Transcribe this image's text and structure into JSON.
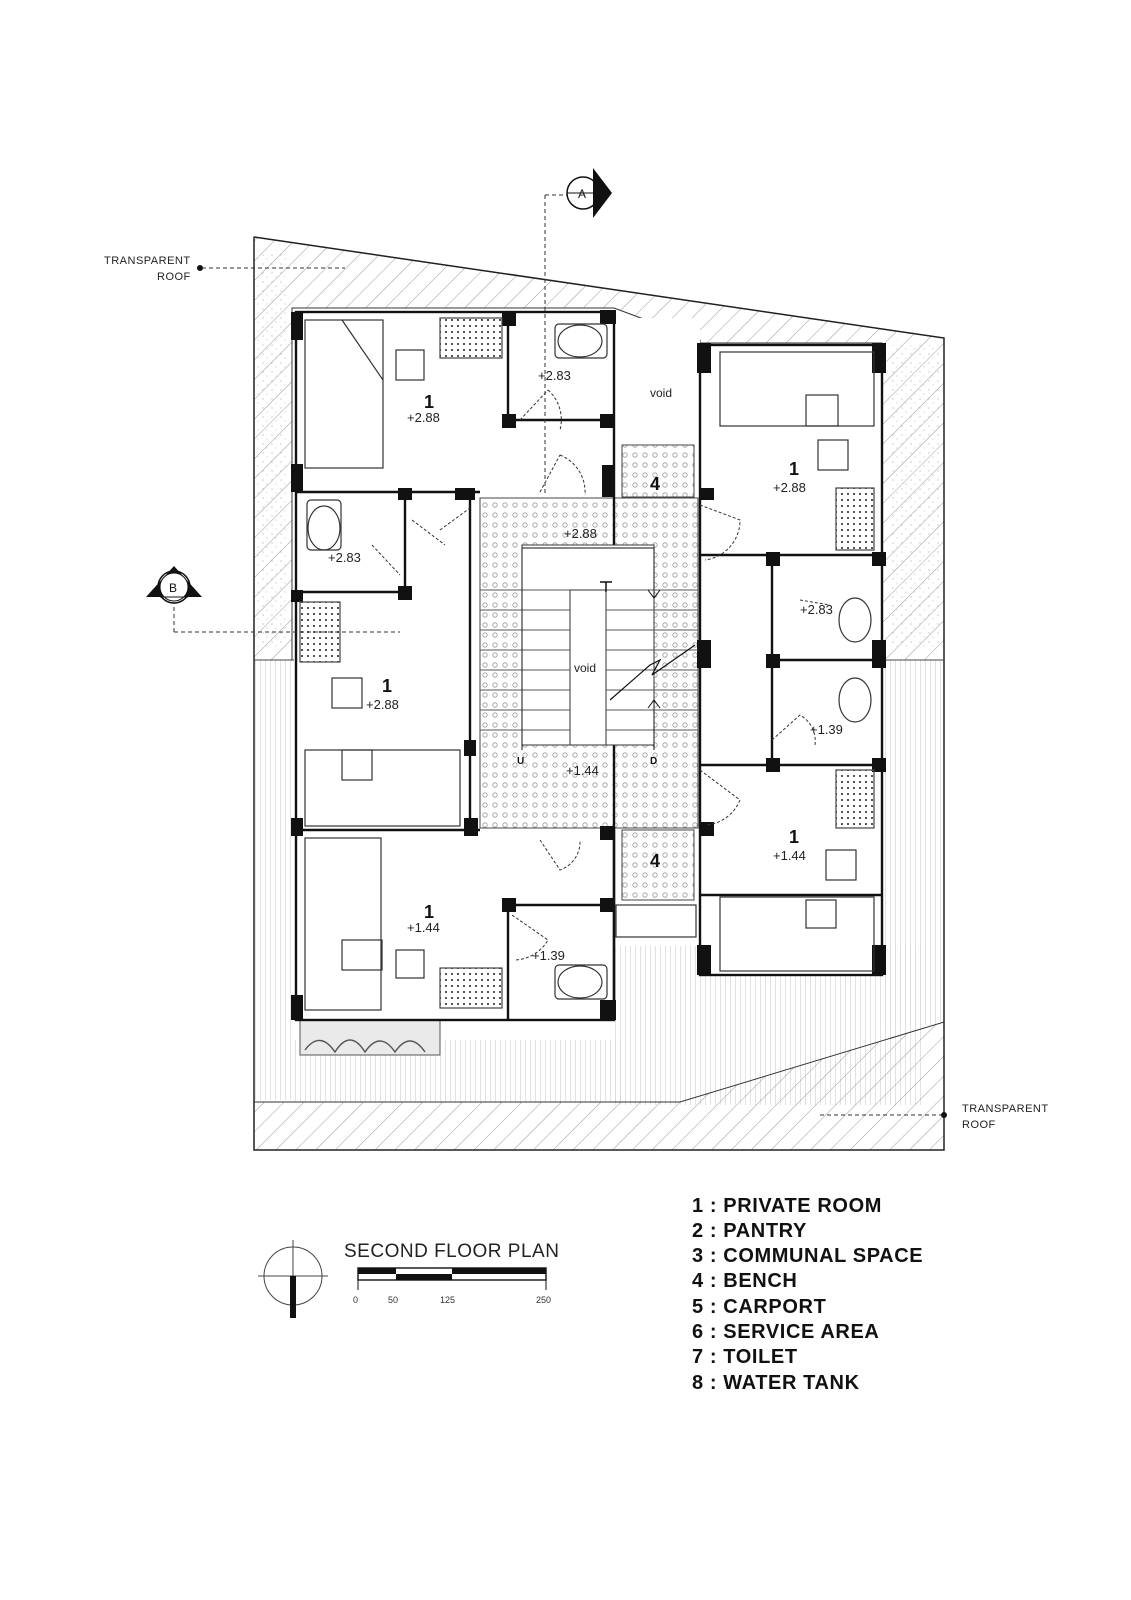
{
  "annotations": {
    "transparent_roof_top": {
      "line1": "TRANSPARENT",
      "line2": "ROOF"
    },
    "transparent_roof_bottom": {
      "line1": "TRANSPARENT",
      "line2": "ROOF"
    }
  },
  "section_markers": {
    "a": "A",
    "b": "B"
  },
  "rooms": [
    {
      "id": "room-top-left",
      "number": "1",
      "level": "+2.88"
    },
    {
      "id": "room-top-right",
      "number": "1",
      "level": "+2.88"
    },
    {
      "id": "room-mid-left",
      "number": "1",
      "level": "+2.88"
    },
    {
      "id": "room-bottom-left",
      "number": "1",
      "level": "+1.44"
    },
    {
      "id": "room-bottom-right",
      "number": "1",
      "level": "+1.44"
    }
  ],
  "toilets": [
    {
      "id": "toilet-top",
      "level": "+2.83"
    },
    {
      "id": "toilet-left",
      "level": "+2.83"
    },
    {
      "id": "toilet-right-upper",
      "level": "+2.83"
    },
    {
      "id": "toilet-right-lower",
      "level": "+1.39"
    },
    {
      "id": "toilet-bottom",
      "level": "+1.39"
    }
  ],
  "stair": {
    "upper_level": "+2.88",
    "lower_level": "+1.44",
    "void_label": "void",
    "up_label": "U",
    "down_label": "D"
  },
  "void_top": "void",
  "benches": [
    {
      "label": "4"
    },
    {
      "label": "4"
    }
  ],
  "title": "SECOND FLOOR PLAN",
  "scale": {
    "ticks": [
      "0",
      "50",
      "125",
      "250"
    ]
  },
  "legend": [
    "1 : PRIVATE ROOM",
    "2 : PANTRY",
    "3 : COMMUNAL SPACE",
    "4 : BENCH",
    "5 : CARPORT",
    "6 : SERVICE AREA",
    "7 : TOILET",
    "8 : WATER TANK"
  ]
}
